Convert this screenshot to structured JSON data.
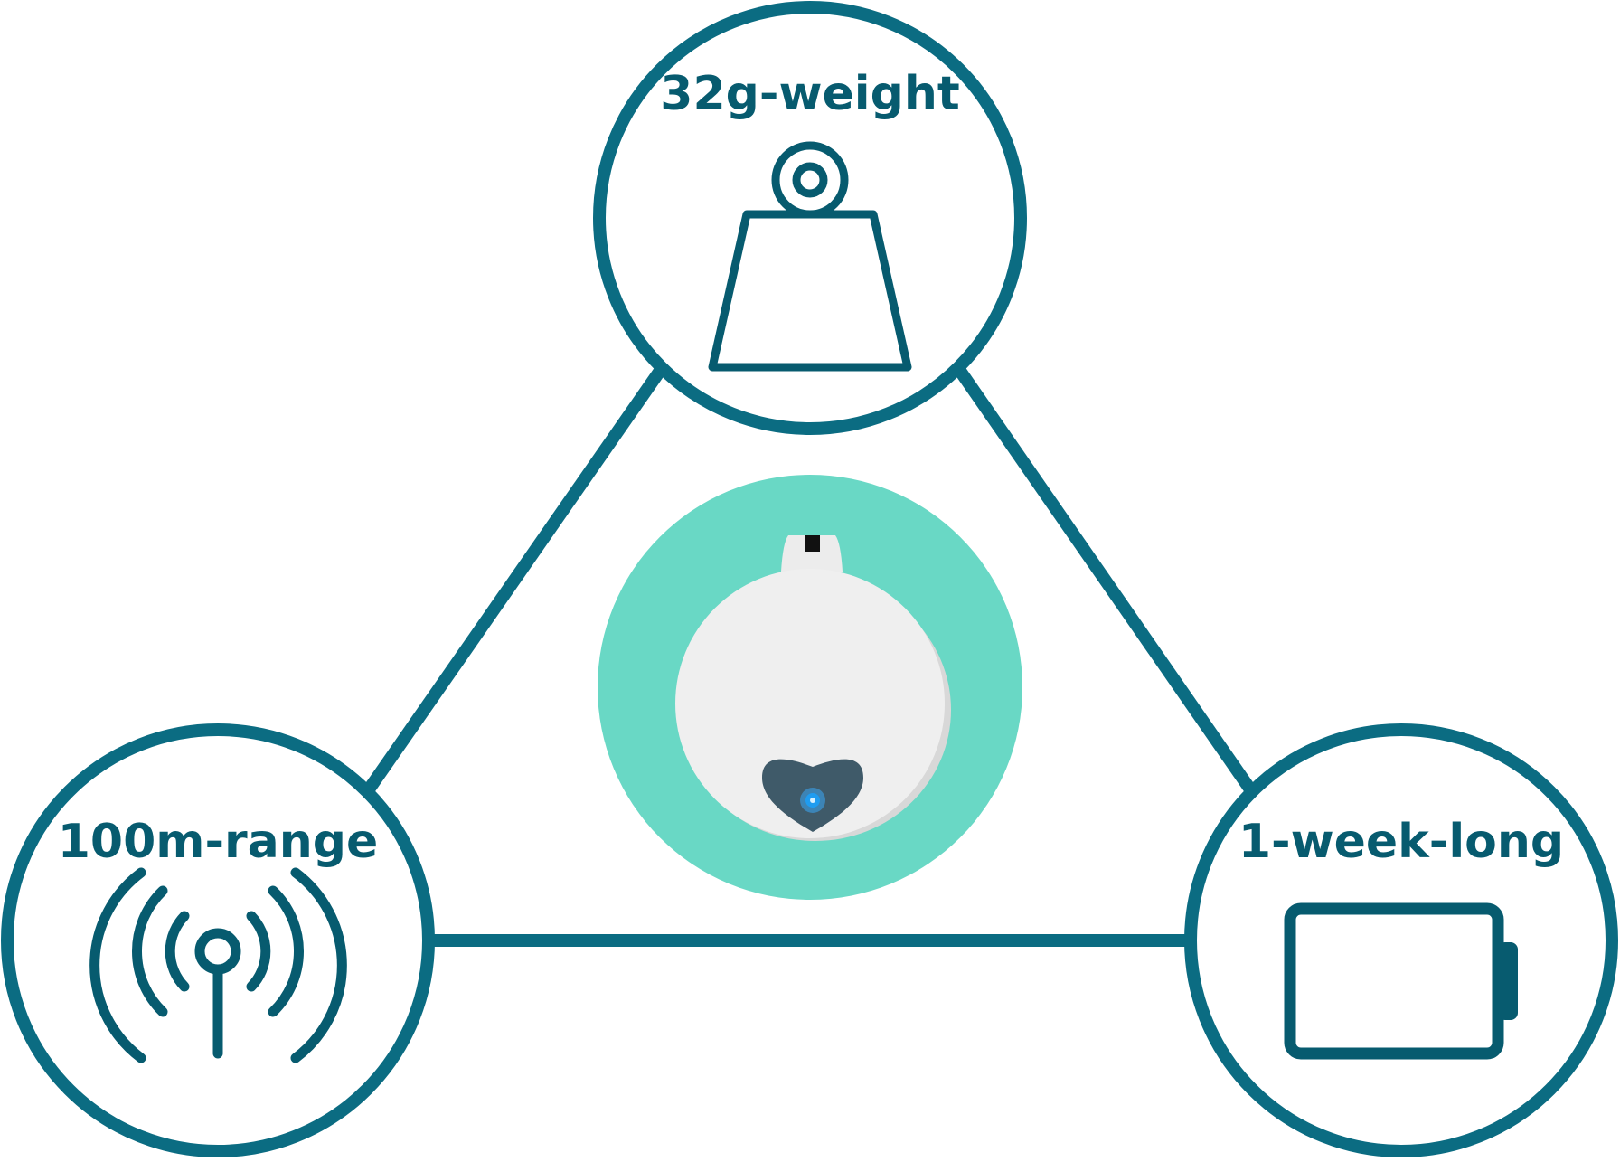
{
  "diagram": {
    "title": "",
    "colors": {
      "ring": "#0b6c82",
      "icon": "#075b6f",
      "center_disc": "#69d8c5",
      "device_body": "#eeeeee",
      "device_shadow": "#d4d4d4",
      "heart": "#3e5a6a",
      "led": "#1f9cf0"
    },
    "center": {
      "name": "tracker-device",
      "icon": "round-white-tag-with-blue-led"
    },
    "nodes": [
      {
        "id": "weight",
        "label": "32g-weight",
        "icon": "weight-icon"
      },
      {
        "id": "range",
        "label": "100m-range",
        "icon": "antenna-signal-icon"
      },
      {
        "id": "battery",
        "label": "1-week-long",
        "icon": "battery-icon"
      }
    ],
    "connections": [
      {
        "from": "weight",
        "to": "range"
      },
      {
        "from": "weight",
        "to": "battery"
      },
      {
        "from": "range",
        "to": "battery"
      }
    ]
  }
}
